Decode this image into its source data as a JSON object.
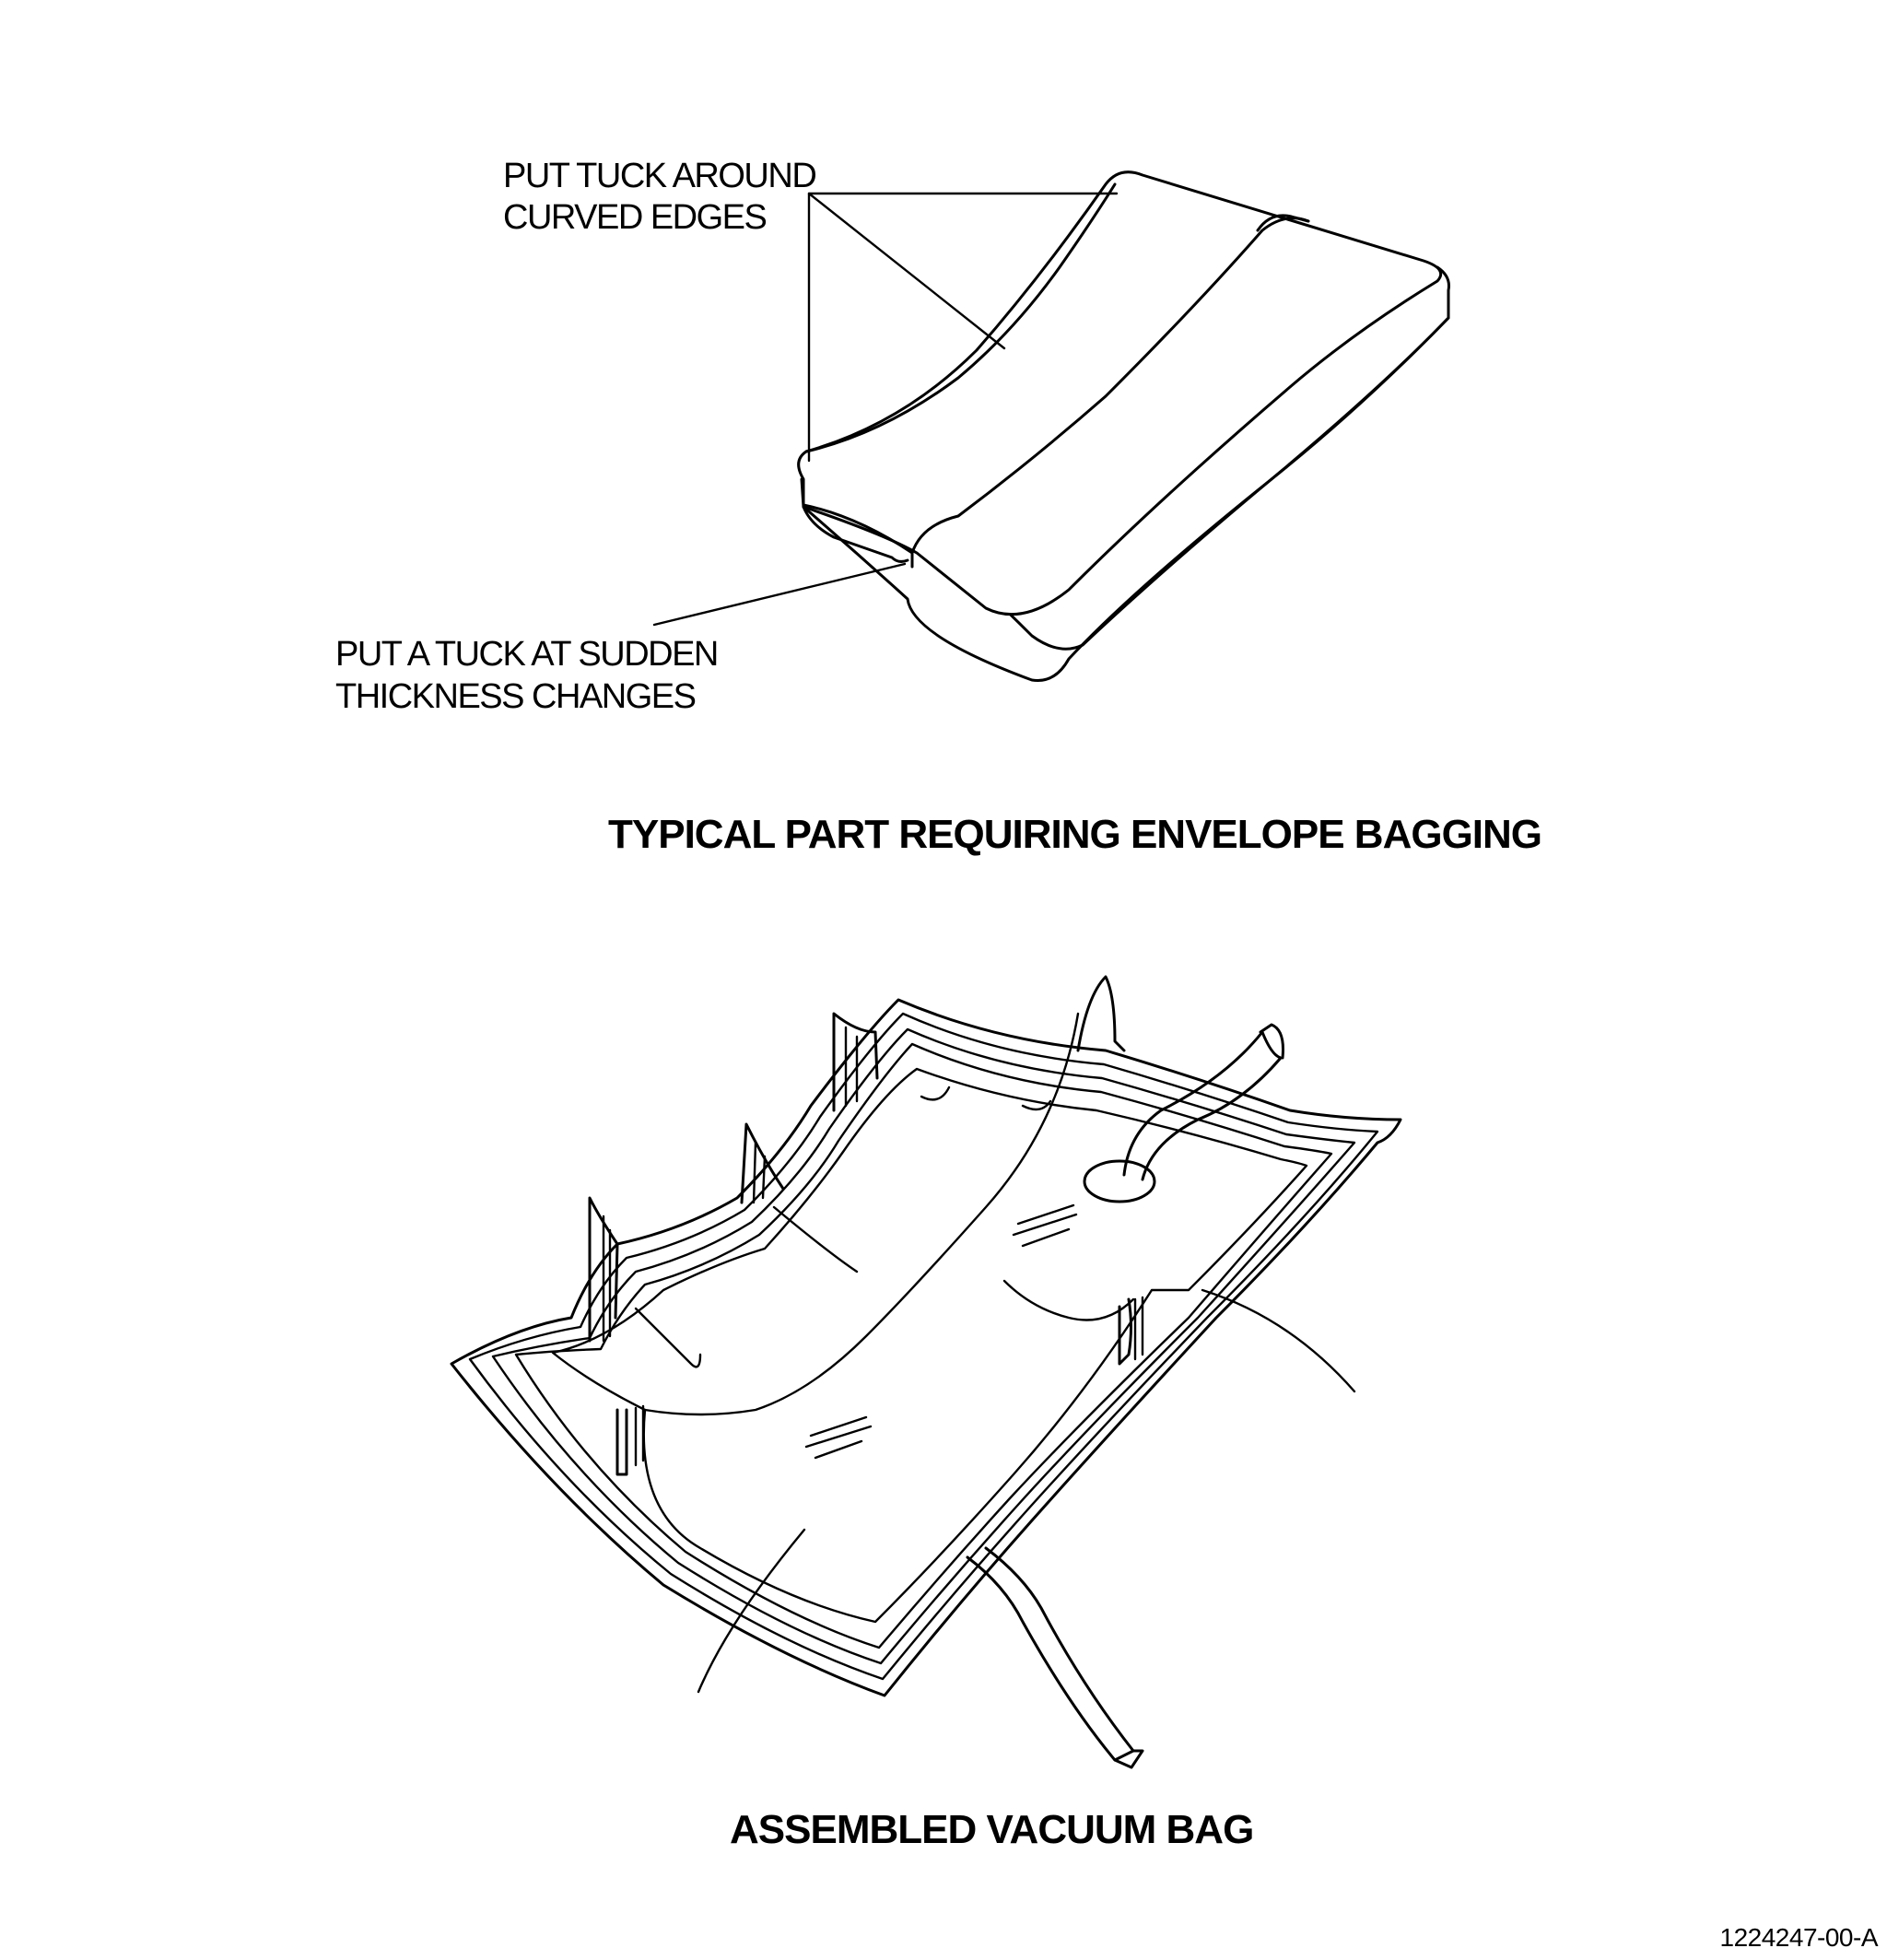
{
  "top_figure": {
    "callout_curved_edges": [
      "PUT TUCK AROUND",
      "CURVED EDGES"
    ],
    "callout_thickness": [
      "PUT A TUCK AT SUDDEN",
      "THICKNESS CHANGES"
    ],
    "caption": "TYPICAL PART REQUIRING ENVELOPE BAGGING"
  },
  "bottom_figure": {
    "caption": "ASSEMBLED VACUUM BAG"
  },
  "figure_number": "1224247-00-A"
}
